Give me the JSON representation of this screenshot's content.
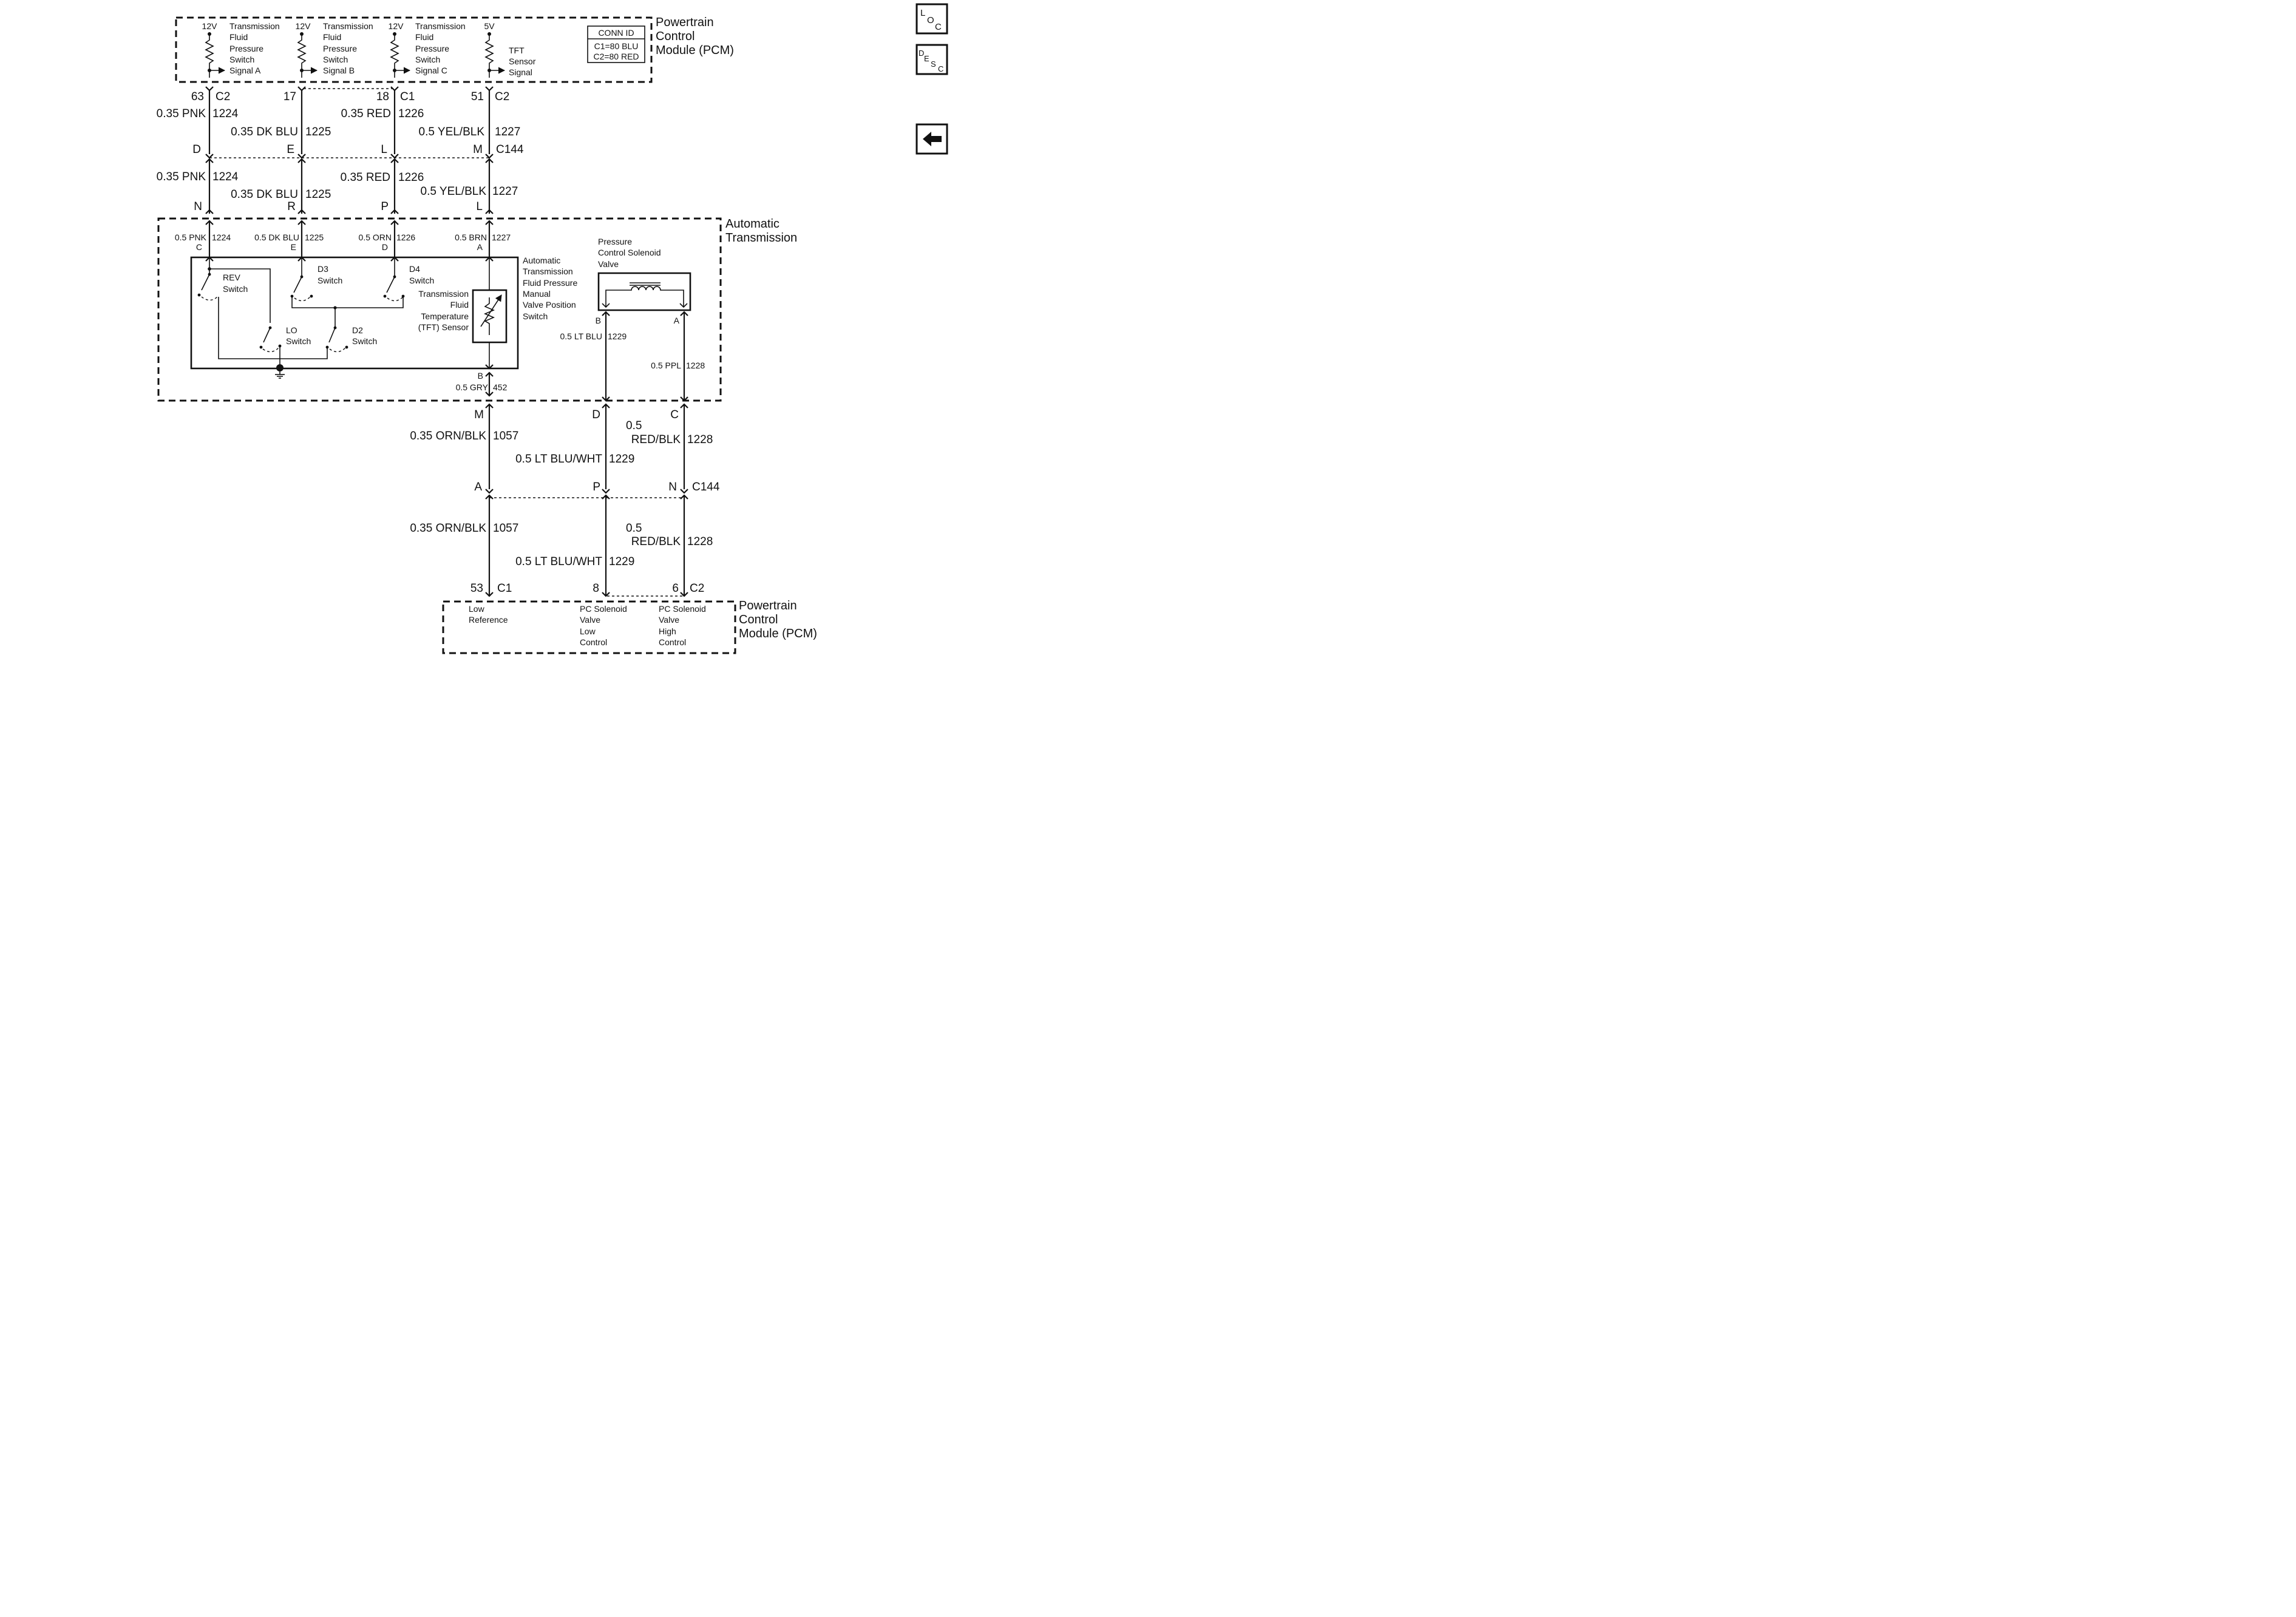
{
  "pcm_top": {
    "title": [
      "Powertrain",
      "Control",
      "Module (PCM)"
    ],
    "circuits": [
      {
        "voltage": "12V",
        "label": [
          "Transmission",
          "Fluid",
          "Pressure",
          "Switch",
          "Signal A"
        ]
      },
      {
        "voltage": "12V",
        "label": [
          "Transmission",
          "Fluid",
          "Pressure",
          "Switch",
          "Signal B"
        ]
      },
      {
        "voltage": "12V",
        "label": [
          "Transmission",
          "Fluid",
          "Pressure",
          "Switch",
          "Signal C"
        ]
      },
      {
        "voltage": "5V",
        "label": [
          "TFT",
          "Sensor",
          "Signal"
        ]
      }
    ],
    "conn_id": {
      "title": "CONN ID",
      "lines": [
        "C1=80 BLU",
        "C2=80 RED"
      ]
    },
    "pins": [
      {
        "pin": "63",
        "conn": "C2"
      },
      {
        "pin": "17",
        "conn": ""
      },
      {
        "pin": "18",
        "conn": "C1"
      },
      {
        "pin": "51",
        "conn": "C2"
      }
    ]
  },
  "upper_wires": [
    {
      "color": "0.35 PNK",
      "circuit": "1224"
    },
    {
      "color": "0.35 DK BLU",
      "circuit": "1225"
    },
    {
      "color": "0.35 RED",
      "circuit": "1226"
    },
    {
      "color": "0.5 YEL/BLK",
      "circuit": "1227"
    }
  ],
  "c144_top": {
    "name": "C144",
    "upper_pins": [
      "D",
      "E",
      "L",
      "M"
    ],
    "lower_pins": [
      "N",
      "R",
      "P",
      "L"
    ]
  },
  "mid_wires": [
    {
      "color": "0.35 PNK",
      "circuit": "1224"
    },
    {
      "color": "0.35 DK BLU",
      "circuit": "1225"
    },
    {
      "color": "0.35 RED",
      "circuit": "1226"
    },
    {
      "color": "0.5 YEL/BLK",
      "circuit": "1227"
    }
  ],
  "transmission": {
    "title": [
      "Automatic",
      "Transmission"
    ],
    "inner_wires": [
      {
        "color": "0.5 PNK",
        "circuit": "1224",
        "pin": "C"
      },
      {
        "color": "0.5 DK BLU",
        "circuit": "1225",
        "pin": "E"
      },
      {
        "color": "0.5 ORN",
        "circuit": "1226",
        "pin": "D"
      },
      {
        "color": "0.5 BRN",
        "circuit": "1227",
        "pin": "A"
      }
    ],
    "switch_assembly": {
      "label": [
        "Automatic",
        "Transmission",
        "Fluid Pressure",
        "Manual",
        "Valve Position",
        "Switch"
      ],
      "switches": [
        {
          "label": [
            "REV",
            "Switch"
          ]
        },
        {
          "label": [
            "D3",
            "Switch"
          ]
        },
        {
          "label": [
            "D4",
            "Switch"
          ]
        },
        {
          "label": [
            "LO",
            "Switch"
          ]
        },
        {
          "label": [
            "D2",
            "Switch"
          ]
        }
      ],
      "tft_sensor": [
        "Transmission",
        "Fluid",
        "Temperature",
        "(TFT) Sensor"
      ]
    },
    "ground_wire": {
      "pin": "B",
      "color": "0.5 GRY",
      "circuit": "452"
    },
    "pc_solenoid": {
      "label": [
        "Pressure",
        "Control Solenoid",
        "Valve"
      ],
      "pin_b": "B",
      "pin_a": "A",
      "wire_b": {
        "color": "0.5 LT BLU",
        "circuit": "1229"
      },
      "wire_a": {
        "color": "0.5 PPL",
        "circuit": "1228"
      }
    }
  },
  "c144_bottom": {
    "name": "C144",
    "upper_pins": [
      "M",
      "D",
      "C"
    ],
    "lower_pins": [
      "A",
      "P",
      "N"
    ]
  },
  "lower_wires_upper": [
    {
      "color": "0.35 ORN/BLK",
      "circuit": "1057"
    },
    {
      "color": "0.5 LT BLU/WHT",
      "circuit": "1229"
    },
    {
      "color": [
        "0.5",
        "RED/BLK"
      ],
      "circuit": "1228"
    }
  ],
  "lower_wires_lower": [
    {
      "color": "0.35 ORN/BLK",
      "circuit": "1057"
    },
    {
      "color": "0.5 LT BLU/WHT",
      "circuit": "1229"
    },
    {
      "color": [
        "0.5",
        "RED/BLK"
      ],
      "circuit": "1228"
    }
  ],
  "pcm_bottom": {
    "title": [
      "Powertrain",
      "Control",
      "Module (PCM)"
    ],
    "pins": [
      {
        "pin": "53",
        "conn": "C1"
      },
      {
        "pin": "8",
        "conn": ""
      },
      {
        "pin": "6",
        "conn": "C2"
      }
    ],
    "circuits": [
      [
        "Low",
        "Reference"
      ],
      [
        "PC Solenoid",
        "Valve",
        "Low",
        "Control"
      ],
      [
        "PC Solenoid",
        "Valve",
        "High",
        "Control"
      ]
    ]
  },
  "nav": {
    "loc": {
      "a": "L",
      "b": "O",
      "c": "C"
    },
    "desc": {
      "a": "D",
      "b": "E",
      "c": "S",
      "d": "C"
    },
    "back_icon": "left-arrow-icon"
  }
}
